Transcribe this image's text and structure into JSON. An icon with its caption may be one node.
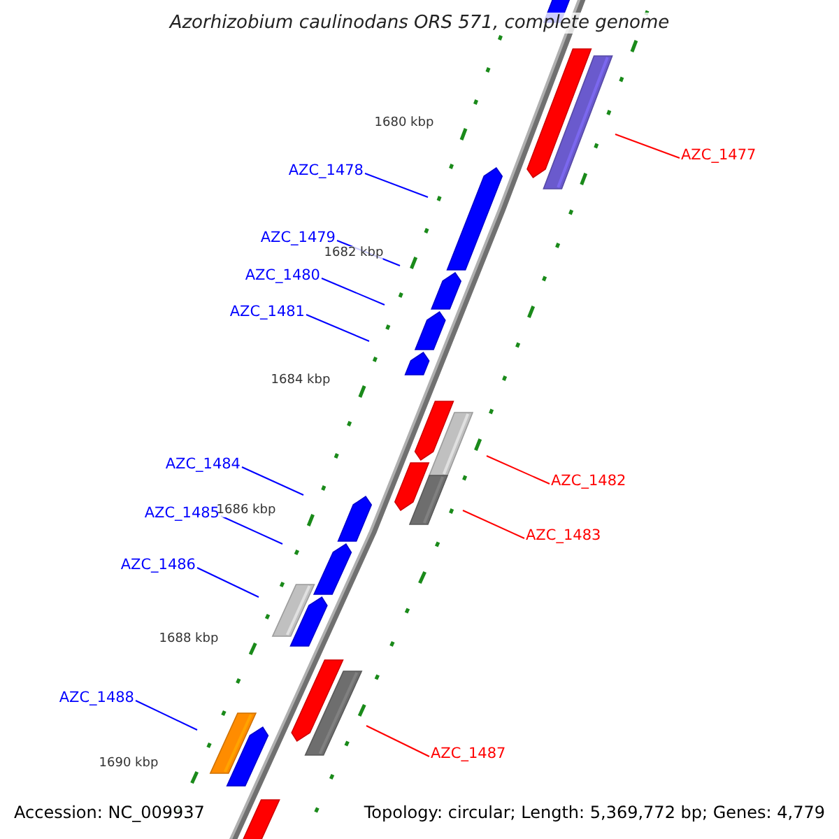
{
  "diagram": {
    "title": "Azorhizobium caulinodans ORS 571, complete genome",
    "nodes": [
      {
        "text": [
          "AZC_1477"
        ]
      },
      {
        "text": [
          "AZC_1478"
        ]
      },
      {
        "text": [
          "AZC_1479"
        ]
      },
      {
        "text": [
          "AZC_1480"
        ]
      },
      {
        "text": [
          "AZC_1481"
        ]
      },
      {
        "text": [
          "AZC_1484"
        ]
      },
      {
        "text": [
          "AZC_1482"
        ]
      },
      {
        "text": [
          "AZC_1485"
        ]
      },
      {
        "text": [
          "AZC_1483"
        ]
      },
      {
        "text": [
          "AZC_1486"
        ]
      },
      {
        "text": [
          "AZC_1488"
        ]
      },
      {
        "text": [
          "AZC_1487"
        ]
      }
    ],
    "edges": [
      {
        "from": 0,
        "to": null,
        "arrow": "none",
        "color": "#ff0000"
      },
      {
        "from": 1,
        "to": null,
        "arrow": "none"
      },
      {
        "from": 2,
        "to": null,
        "arrow": "none"
      },
      {
        "from": 3,
        "to": null,
        "arrow": "none"
      },
      {
        "from": 4,
        "to": null,
        "arrow": "none"
      },
      {
        "from": 5,
        "to": null,
        "arrow": "none"
      },
      {
        "from": 6,
        "to": null,
        "arrow": "none",
        "color": "#ff0000"
      },
      {
        "from": 7,
        "to": null,
        "arrow": "none"
      },
      {
        "from": 8,
        "to": null,
        "arrow": "none",
        "color": "#ff0000"
      },
      {
        "from": 9,
        "to": null,
        "arrow": "none"
      },
      {
        "from": 10,
        "to": null,
        "arrow": "none"
      },
      {
        "from": 11,
        "to": null,
        "arrow": "none",
        "color": "#ff0000"
      }
    ],
    "labels": [
      "1680 kbp",
      "1682 kbp",
      "1684 kbp",
      "1686 kbp",
      "1688 kbp",
      "1690 kbp",
      "Accession: NC_009937",
      "Topology: circular; Length: 5,369,772 bp; Genes: 4,779"
    ]
  }
}
